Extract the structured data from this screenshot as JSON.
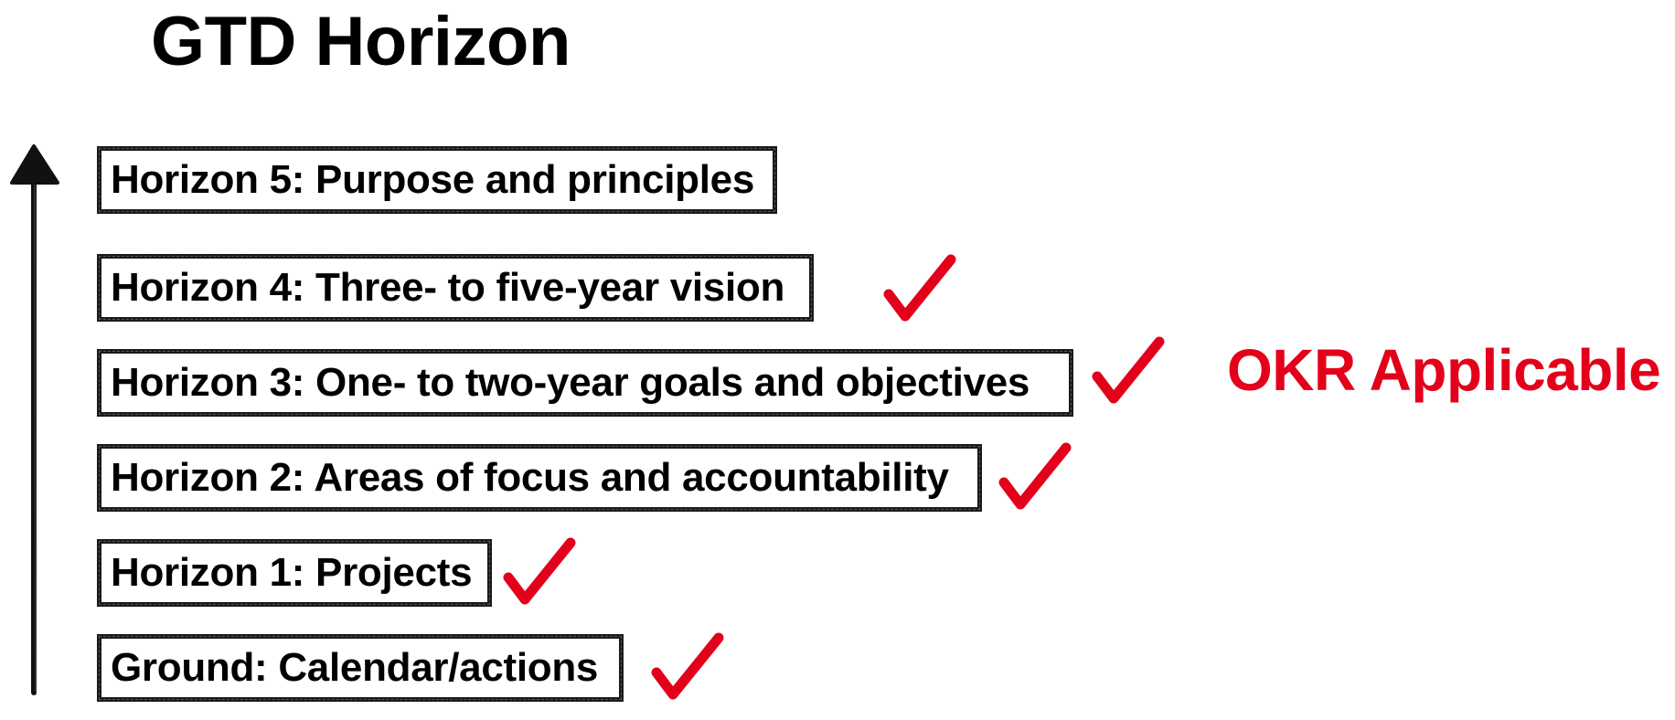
{
  "title": "GTD Horizon",
  "horizons": [
    {
      "label": "Horizon 5: Purpose and principles",
      "okr_check": false
    },
    {
      "label": "Horizon 4: Three- to five-year vision",
      "okr_check": true
    },
    {
      "label": "Horizon 3: One- to two-year goals and objectives",
      "okr_check": true
    },
    {
      "label": "Horizon 2: Areas of focus and accountability",
      "okr_check": true
    },
    {
      "label": "Horizon 1: Projects",
      "okr_check": true
    },
    {
      "label": "Ground: Calendar/actions",
      "okr_check": true
    }
  ],
  "okr_label": "OKR Applicable",
  "colors": {
    "text": "#000000",
    "box_border": "#1a1a1a",
    "accent": "#e3001b"
  },
  "icons": {
    "arrow": "upward-arrow-icon",
    "check": "checkmark-icon"
  }
}
